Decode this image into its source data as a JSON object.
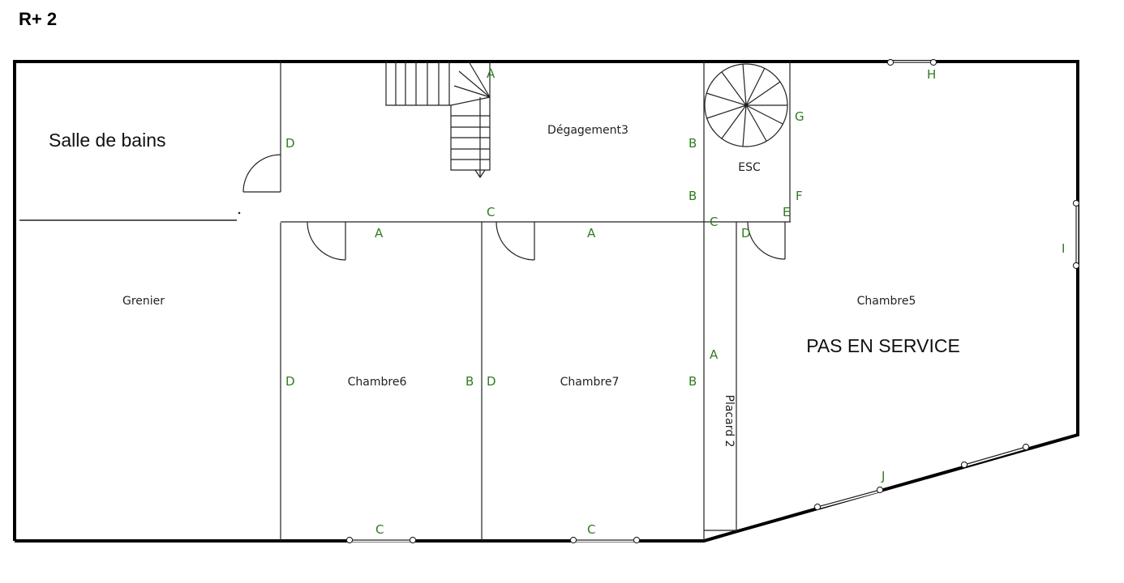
{
  "floor": {
    "title": "R+ 2"
  },
  "rooms": {
    "salle_de_bains": "Salle de bains",
    "grenier": "Grenier",
    "degagement": "Dégagement3",
    "esc": "ESC",
    "chambre5": "Chambre5",
    "chambre6": "Chambre6",
    "chambre7": "Chambre7",
    "placard": "Placard 2"
  },
  "notice": "PAS EN SERVICE",
  "wall_labels": {
    "stair_a": "A",
    "sdb_d": "D",
    "deg_b_top": "B",
    "deg_b_bottom": "B",
    "esc_g": "G",
    "esc_f": "F",
    "esc_e": "E",
    "corridor_c": "C",
    "corner_c": "C",
    "chambre5_d": "D",
    "chambre6_a": "A",
    "chambre7_a": "A",
    "chambre6_d": "D",
    "chambre6_b": "B",
    "chambre7_d": "D",
    "chambre7_b": "B",
    "placard_a": "A",
    "top_h": "H",
    "right_i": "I",
    "diag_j": "J",
    "bottom_c_left": "C",
    "bottom_c_right": "C"
  },
  "colors": {
    "wall_label": "#2e7d1e",
    "wall": "#000000",
    "text": "#111111"
  }
}
